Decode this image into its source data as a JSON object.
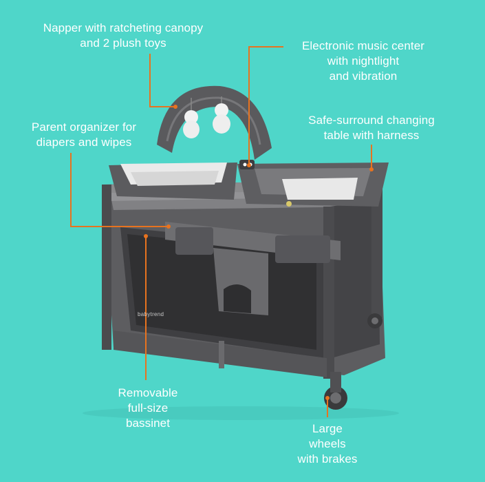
{
  "callouts": {
    "napper": "Napper with ratcheting canopy\nand 2 plush toys",
    "music": "Electronic music center\nwith nightlight\nand vibration",
    "organizer": "Parent organizer for\ndiapers and wipes",
    "changing": "Safe-surround changing\ntable with harness",
    "bassinet": "Removable\nfull-size\nbassinet",
    "wheels": "Large\nwheels\nwith brakes"
  },
  "brand": "babytrend",
  "colors": {
    "background": "#4fd6c9",
    "leader_line": "#e8731f",
    "text": "#ffffff",
    "frame": "#5a5a5c",
    "fabric": "#7b7b7d"
  }
}
